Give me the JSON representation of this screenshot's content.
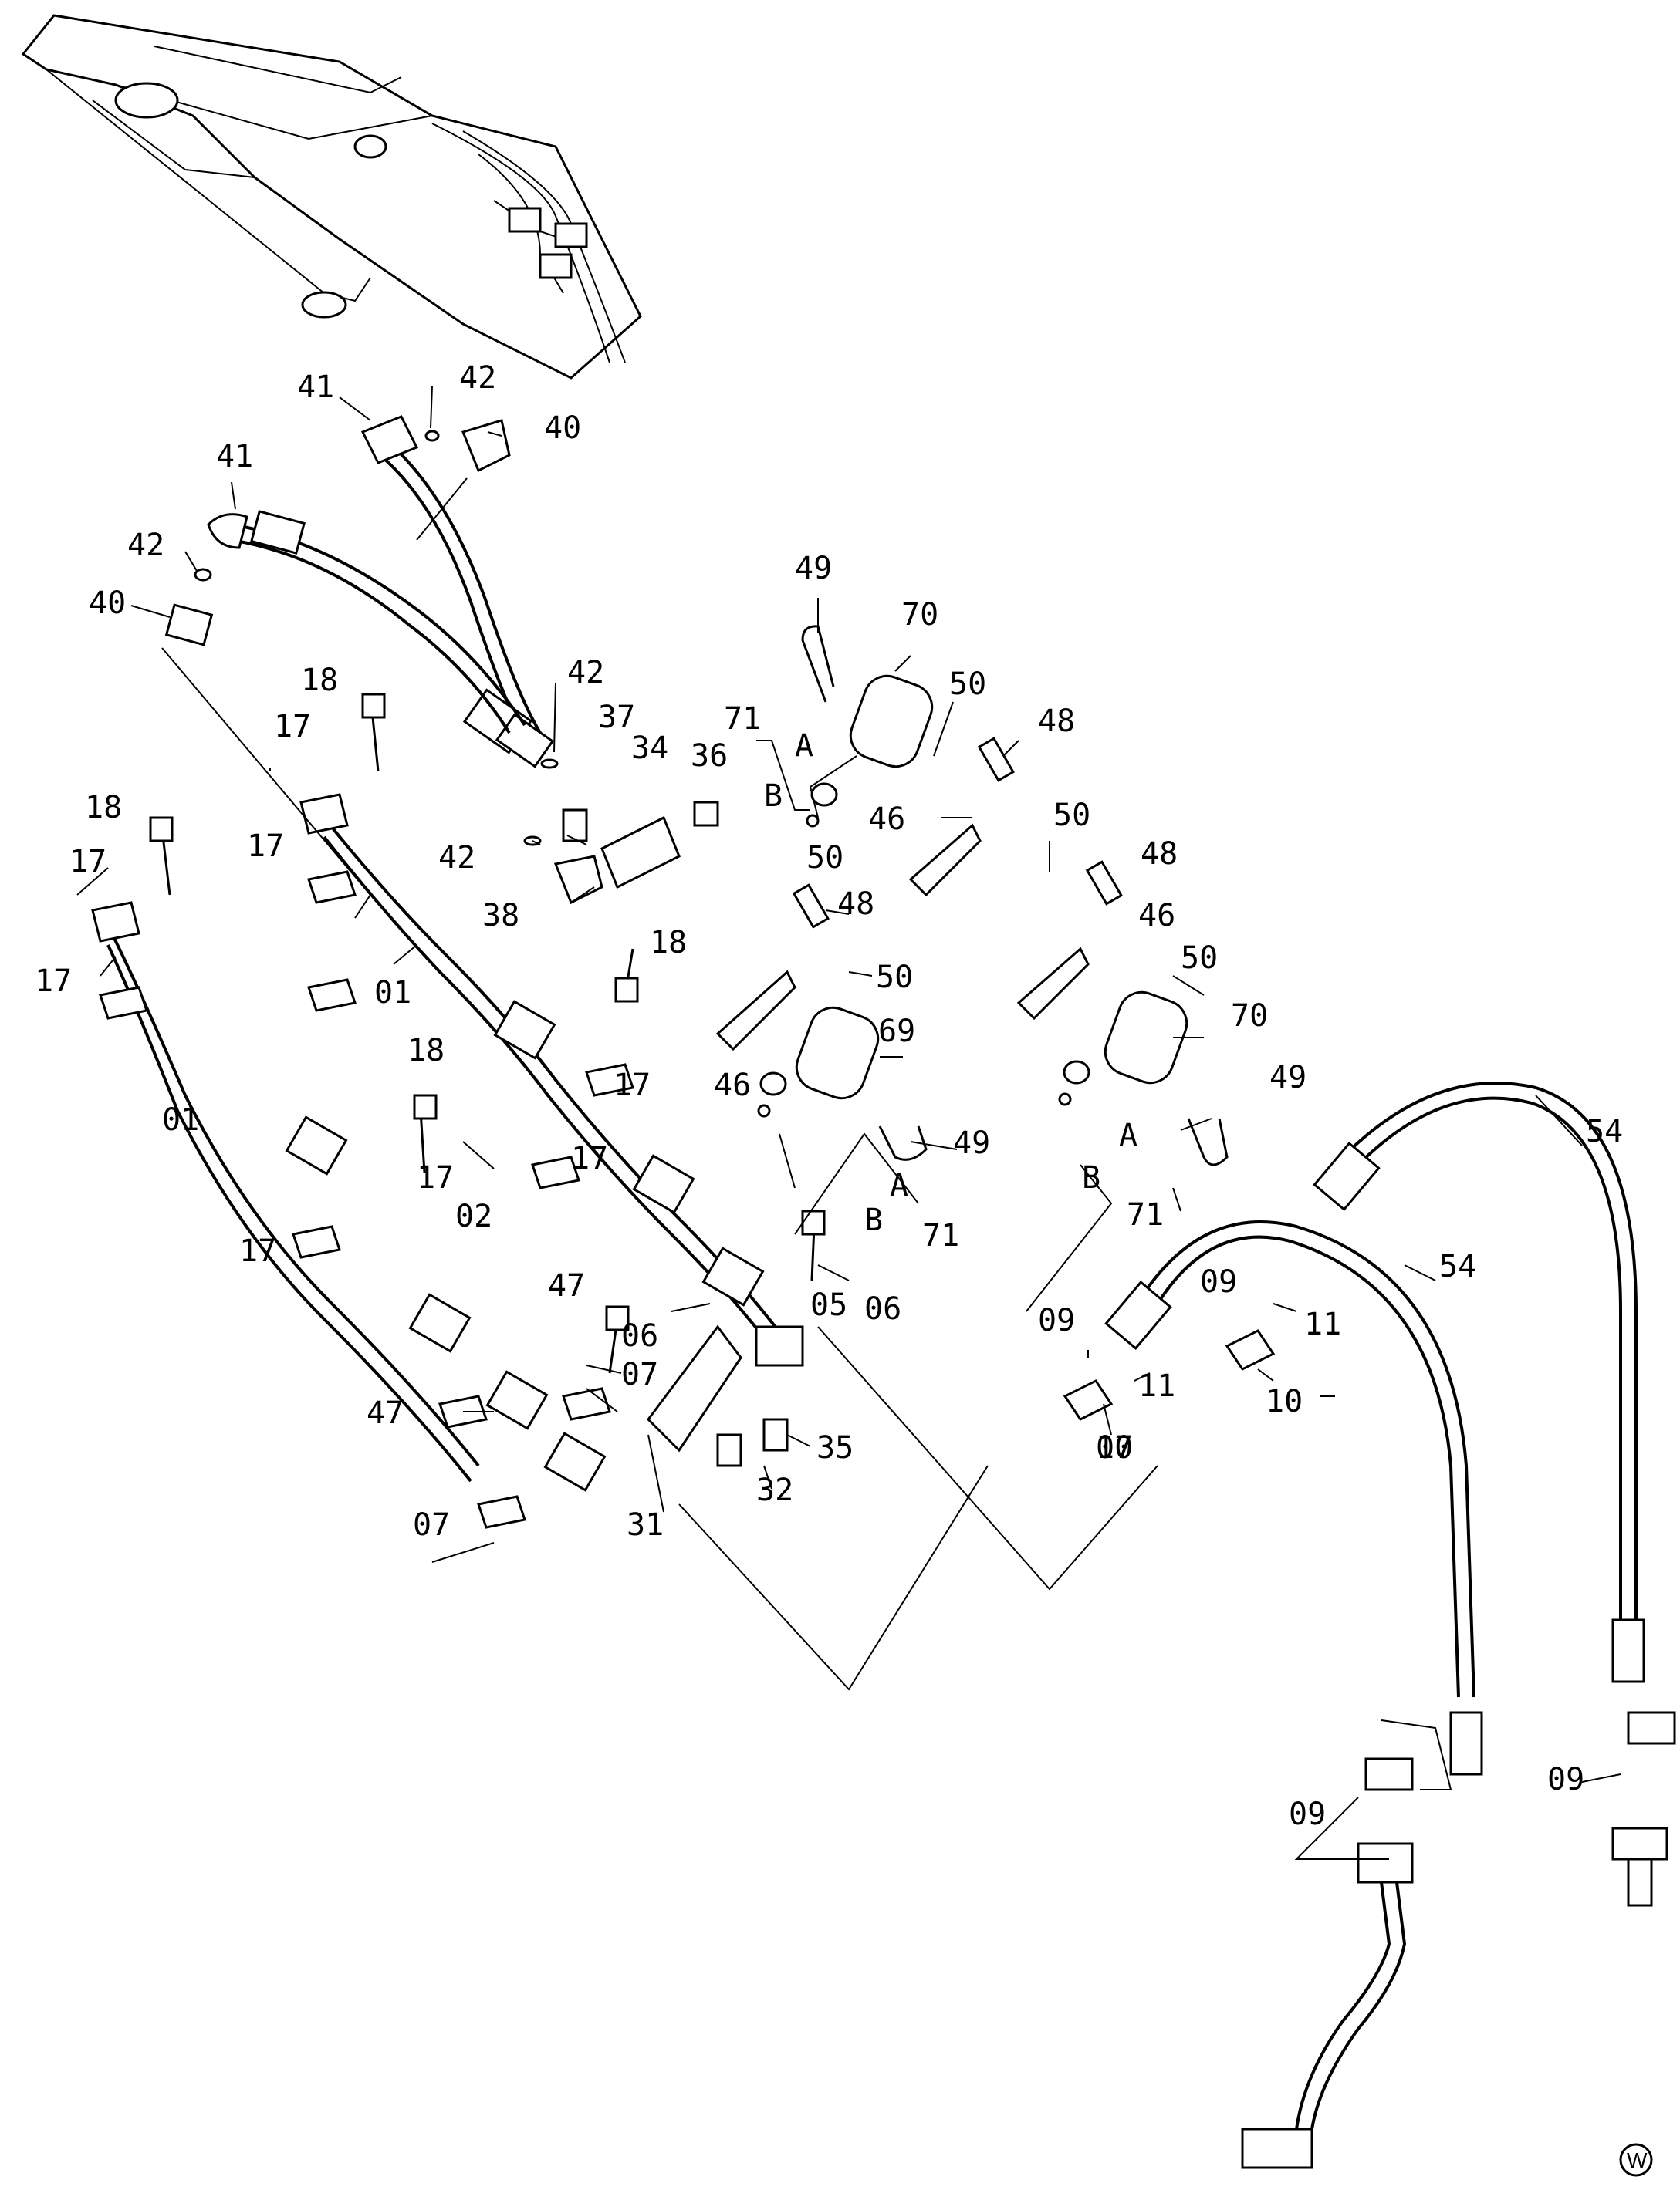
{
  "diagram": {
    "corner_mark": "W",
    "part_labels": [
      "41",
      "42",
      "40",
      "41",
      "42",
      "40",
      "18",
      "17",
      "17",
      "42",
      "37",
      "34",
      "36",
      "42",
      "38",
      "01",
      "18",
      "17",
      "17",
      "01",
      "18",
      "17",
      "18",
      "17",
      "17",
      "17",
      "02",
      "49",
      "70",
      "71",
      "A",
      "B",
      "50",
      "48",
      "46",
      "50",
      "50",
      "48",
      "48",
      "50",
      "46",
      "50",
      "46",
      "69",
      "70",
      "49",
      "49",
      "A",
      "B",
      "71",
      "A",
      "B",
      "71",
      "54",
      "54",
      "47",
      "05",
      "06",
      "06",
      "07",
      "07",
      "47",
      "31",
      "32",
      "35",
      "07",
      "09",
      "11",
      "09",
      "11",
      "10",
      "10",
      "09",
      "09"
    ]
  }
}
